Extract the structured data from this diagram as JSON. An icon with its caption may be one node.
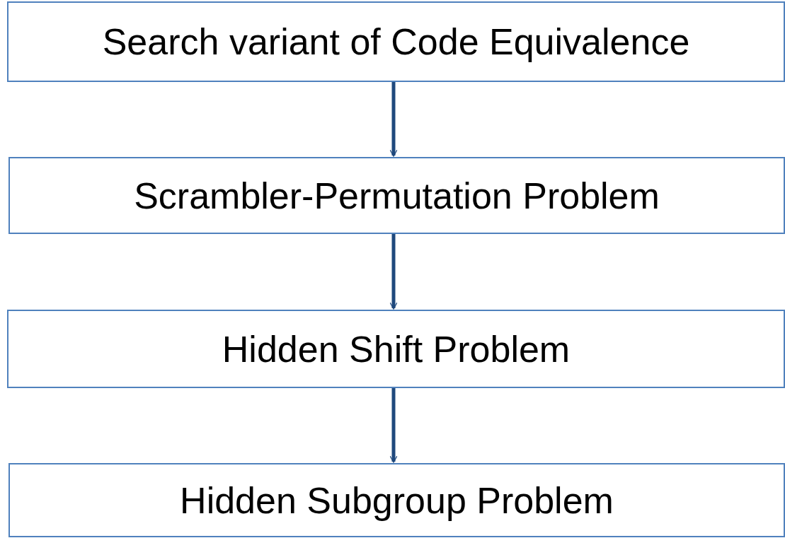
{
  "diagram": {
    "nodes": [
      {
        "text": [
          "Search variant of Code Equivalence"
        ]
      },
      {
        "text": [
          "Scrambler-Permutation Problem"
        ]
      },
      {
        "text": [
          "Hidden Shift Problem"
        ]
      },
      {
        "text": [
          "Hidden Subgroup Problem"
        ]
      }
    ],
    "edges": [
      {
        "from": 0,
        "to": 1,
        "arrow": "to"
      },
      {
        "from": 1,
        "to": 2,
        "arrow": "to"
      },
      {
        "from": 2,
        "to": 3,
        "arrow": "to"
      }
    ]
  }
}
